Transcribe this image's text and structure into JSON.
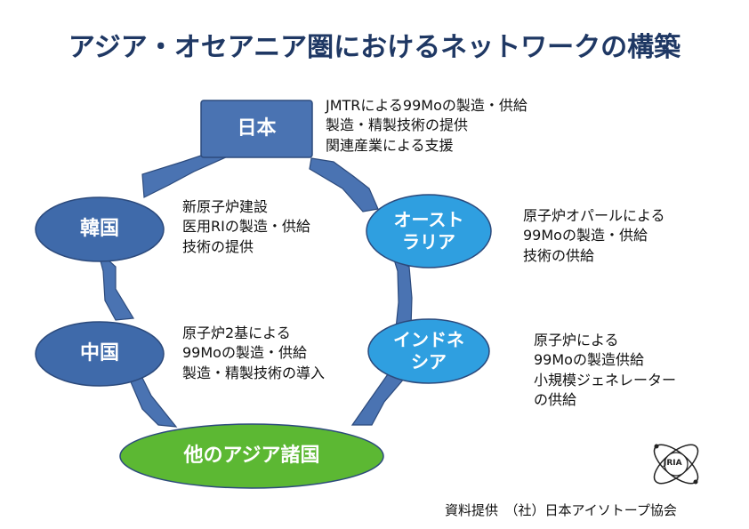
{
  "title": "アジア・オセアニア圏におけるネットワークの構築",
  "nodes": {
    "japan": "日本",
    "korea": "韓国",
    "australia": [
      "オースト",
      "ラリア"
    ],
    "china": "中国",
    "indonesia": [
      "インドネ",
      "シア"
    ],
    "other_asia": "他のアジア諸国"
  },
  "descriptions": {
    "japan": [
      "JMTRによる99Moの製造・供給",
      "製造・精製技術の提供",
      "関連産業による支援"
    ],
    "korea": [
      "新原子炉建設",
      "医用RIの製造・供給",
      "技術の提供"
    ],
    "australia": [
      "原子炉オパールによる",
      "99Moの製造・供給",
      "技術の供給"
    ],
    "china": [
      "原子炉2基による",
      "99Moの製造・供給",
      "製造・精製技術の導入"
    ],
    "indonesia": [
      "原子炉による",
      "99Moの製造供給",
      "小規模ジェネレーター",
      "の供給"
    ]
  },
  "logo": "JRIA",
  "credit": "資料提供　（社）日本アイソトープ協会",
  "colors": {
    "title": "#1f3864",
    "box_fill": "#4a73b2",
    "ellipse_dark": "#3f6aaa",
    "ellipse_light": "#2f9fe0",
    "ellipse_green": "#5cb833",
    "stroke": "#2c4a7c"
  }
}
